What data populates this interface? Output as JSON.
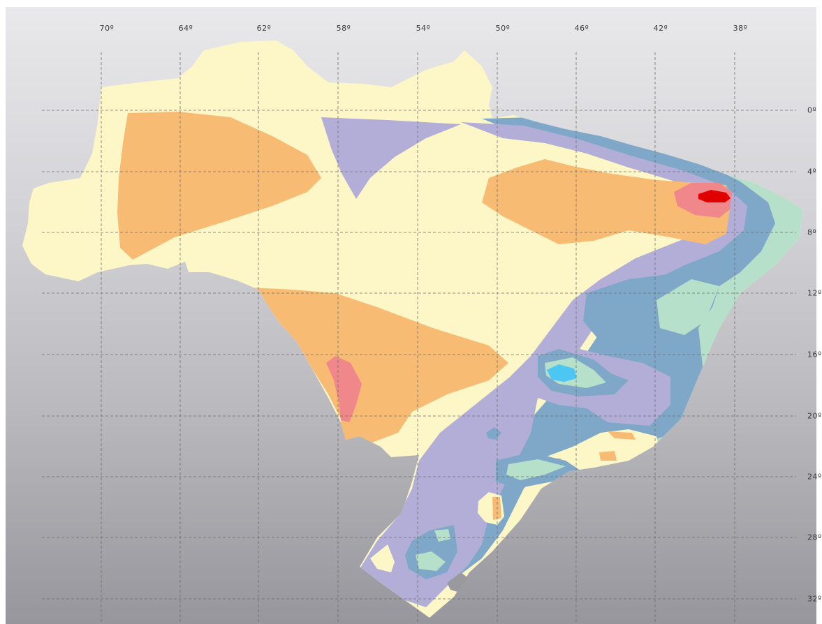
{
  "map": {
    "longitude_labels": [
      "70º",
      "64º",
      "62º",
      "58º",
      "54º",
      "50º",
      "46º",
      "42º",
      "38º"
    ],
    "latitude_labels": [
      "0º",
      "4º",
      "8º",
      "12º",
      "16º",
      "20º",
      "24º",
      "28º",
      "32º"
    ],
    "zone_colors": {
      "base": "#fdf7c8",
      "orange": "#f7bb73",
      "pink": "#f0878a",
      "red": "#e00000",
      "lavender": "#b2aed8",
      "steel": "#7fa8c8",
      "mint": "#b6e0c9",
      "cyan": "#4cc6f2"
    }
  }
}
